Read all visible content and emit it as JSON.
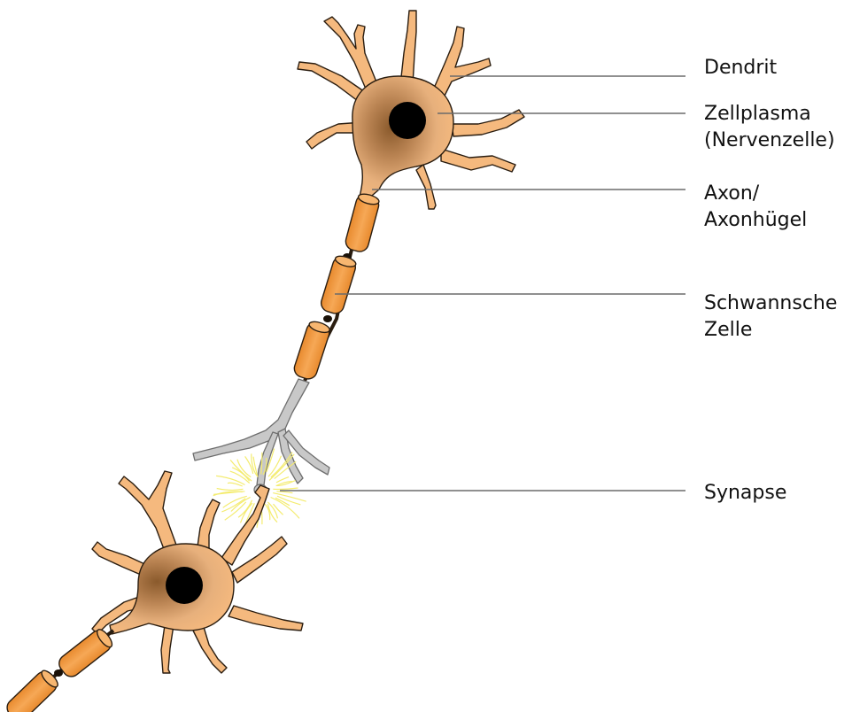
{
  "labels": {
    "dendrit": "Dendrit",
    "zellplasma_line1": "Zellplasma",
    "zellplasma_line2": "(Nervenzelle)",
    "axon_line1": "Axon/",
    "axon_line2": "Axonhügel",
    "schwann_line1": "Schwannsche",
    "schwann_line2": "Zelle",
    "synapse": "Synapse"
  },
  "colors": {
    "cytoplasm": "#f5b97e",
    "cytoplasm_dark": "#9a6a38",
    "nucleus": "#000000",
    "schwann": "#f3a046",
    "terminal": "#c8c8c8",
    "synapse_glow": "#f4ec70",
    "leader_line": "#6b6b6b",
    "outline": "#2a1d10"
  }
}
